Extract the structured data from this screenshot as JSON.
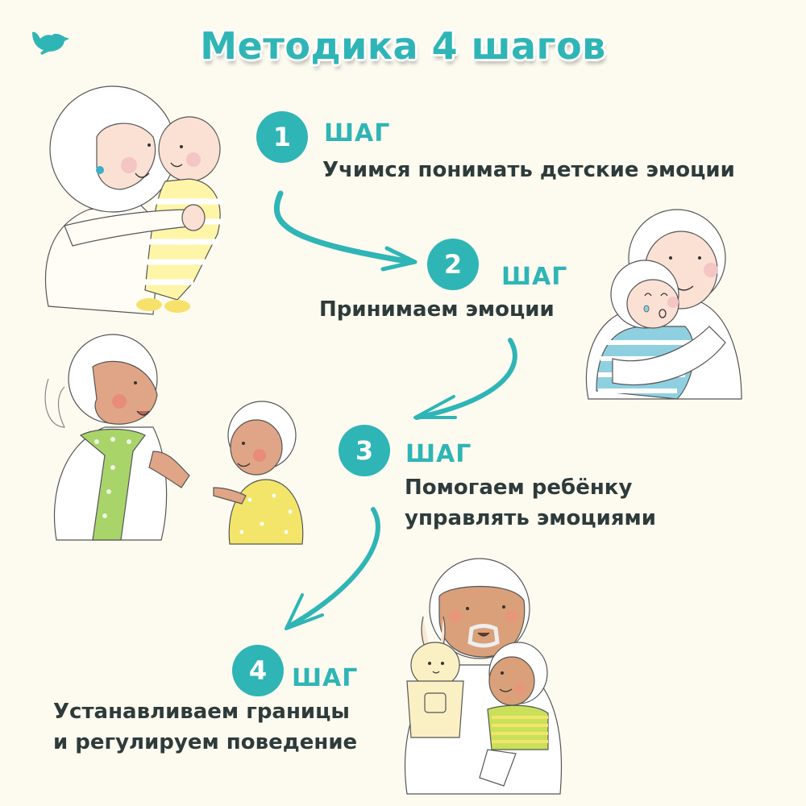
{
  "header": {
    "logo_icon": "bird-icon",
    "title": "Методика 4 шагов"
  },
  "colors": {
    "accent": "#2fb5b5",
    "text": "#2e3b3b",
    "background": "#fdfbf0"
  },
  "steps": [
    {
      "number": "1",
      "label": "ШАГ",
      "description": "Учимся понимать детские эмоции"
    },
    {
      "number": "2",
      "label": "ШАГ",
      "description": "Принимаем эмоции"
    },
    {
      "number": "3",
      "label": "ШАГ",
      "description_line1": "Помогаем ребёнку",
      "description_line2": "управлять эмоциями"
    },
    {
      "number": "4",
      "label": "ШАГ",
      "description_line1": "Устанавливаем границы",
      "description_line2": "и регулируем поведение"
    }
  ],
  "illustrations": [
    {
      "icon": "grandmother-holding-baby-illustration"
    },
    {
      "icon": "grandfather-hugging-crying-child-illustration"
    },
    {
      "icon": "grandmother-clapping-with-girl-illustration"
    },
    {
      "icon": "grandfather-with-bunny-puppet-illustration"
    }
  ]
}
